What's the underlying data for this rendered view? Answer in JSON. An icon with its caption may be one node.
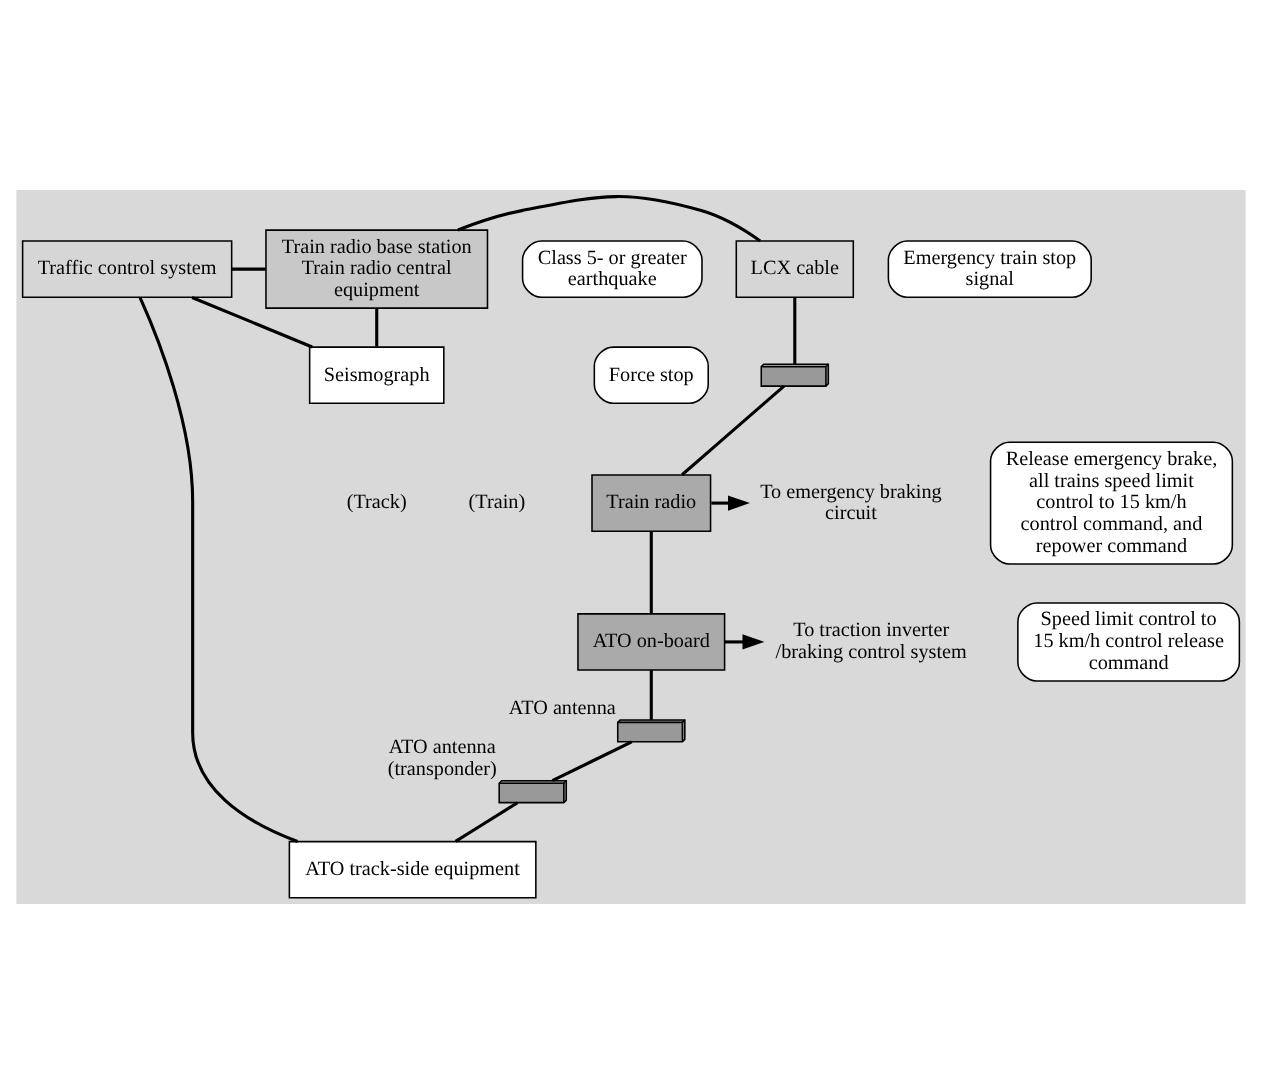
{
  "diagram": {
    "nodes": [
      {
        "text": [
          "Traffic control system"
        ]
      },
      {
        "text": [
          "Train radio base station",
          "Train radio central equipment"
        ]
      },
      {
        "text": [
          "LCX cable"
        ]
      },
      {
        "text": [
          "Emergency train stop signal"
        ]
      },
      {
        "text": [
          "Force stop"
        ]
      },
      {
        "text": [
          "Class 5- or greater earthquake"
        ]
      },
      {
        "text": [
          "Seismograph"
        ]
      },
      {
        "text": [],
        "shape": "box"
      },
      {
        "text": [
          "Train radio"
        ]
      },
      {
        "text": [
          "ATO on-board"
        ]
      },
      {
        "text": [],
        "shape": "box",
        "beside": [
          "ATO antenna"
        ]
      },
      {
        "text": [],
        "shape": "box",
        "beside": [
          "ATO antenna (transponder)"
        ]
      },
      {
        "text": [
          "ATO track-side equipment"
        ]
      },
      {
        "text": [
          "Release emergency brake, all trains speed limit control to 15 km/h control command, and repower command"
        ]
      },
      {
        "text": [
          "Speed limit control to 15 km/h control release command"
        ]
      },
      {
        "text": [
          "To emergency braking circuit"
        ]
      },
      {
        "text": [
          "To traction inverter /braking control system"
        ]
      }
    ],
    "edges": [
      {
        "from": 0,
        "to": 1,
        "arrow": "none"
      },
      {
        "from": 1,
        "to": 2,
        "arrow": "none"
      },
      {
        "from": 0,
        "to": 6,
        "arrow": "none"
      },
      {
        "from": 1,
        "to": 6,
        "arrow": "none"
      },
      {
        "from": 0,
        "to": 12,
        "arrow": "none"
      },
      {
        "from": 2,
        "to": 7,
        "arrow": "none"
      },
      {
        "from": 7,
        "to": 8,
        "arrow": "none"
      },
      {
        "from": 8,
        "to": 9,
        "arrow": "none"
      },
      {
        "from": 9,
        "to": 10,
        "arrow": "none"
      },
      {
        "from": 10,
        "to": 11,
        "arrow": "none"
      },
      {
        "from": 11,
        "to": 12,
        "arrow": "none"
      },
      {
        "from": 8,
        "to": 15,
        "arrow": "to"
      },
      {
        "from": 9,
        "to": 16,
        "arrow": "to"
      }
    ],
    "labels": [
      "(Track)",
      "(Train)"
    ]
  }
}
